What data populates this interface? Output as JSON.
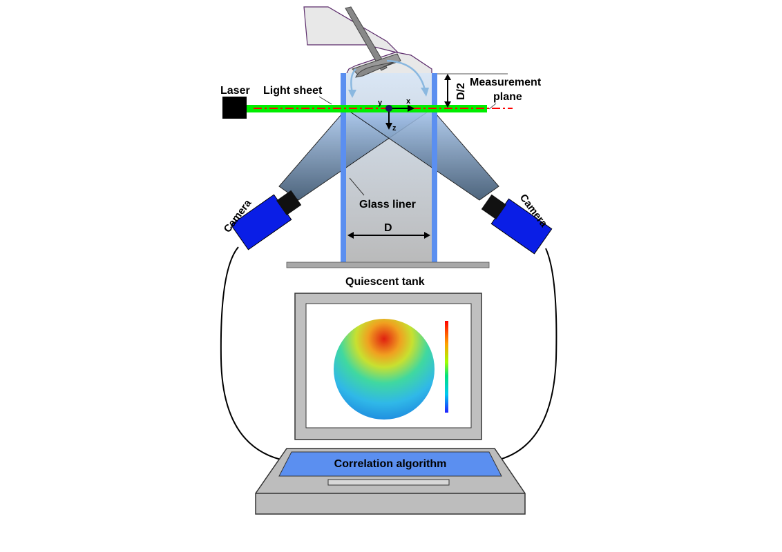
{
  "labels": {
    "laser": "Laser",
    "light_sheet": "Light sheet",
    "half_diameter": "D/2",
    "measurement_plane_1": "Measurement",
    "measurement_plane_2": "plane",
    "axis_x": "x",
    "axis_y": "y",
    "axis_z": "z",
    "camera_left": "Camera",
    "camera_right": "Camera",
    "glass_liner": "Glass liner",
    "diameter": "D",
    "quiescent_tank": "Quiescent tank",
    "correlation": "Correlation algorithm"
  },
  "colors": {
    "light_sheet": "#00ee00",
    "laser_line": "#ff0000",
    "liner": "#5b8ff0",
    "camera": "#0a1ee6",
    "screen": "#5b8ff0"
  }
}
